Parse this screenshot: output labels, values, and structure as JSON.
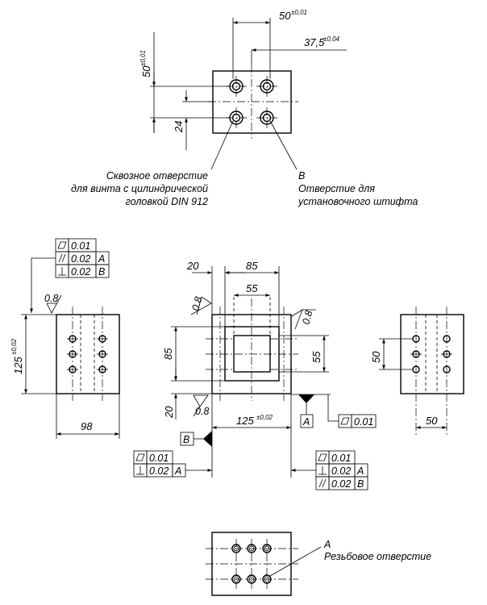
{
  "top_view": {
    "dim_50_top": "50",
    "dim_50_top_tol": "±0,01",
    "dim_37_5": "37,5",
    "dim_37_5_tol": "±0,04",
    "dim_50_left": "50",
    "dim_50_left_tol": "±0,01",
    "dim_24": "24",
    "note_screw_line1": "Сквозное отверстие",
    "note_screw_line2": "для винта с цилиндрической",
    "note_screw_line3": "головкой DIN 912",
    "note_pin_letter": "B",
    "note_pin_line1": "Отверстие для",
    "note_pin_line2": "установочного штифта"
  },
  "left_view": {
    "fcf_flat_value": "0.01",
    "fcf_parallel_value": "0.02",
    "fcf_parallel_datum": "A",
    "fcf_perp_value": "0.02",
    "fcf_perp_datum": "B",
    "roughness": "0.8",
    "dim_125": "125",
    "dim_125_tol": "±0,02",
    "dim_98": "98"
  },
  "front_view": {
    "dim_20_top": "20",
    "dim_85_top": "85",
    "dim_55_top": "55",
    "roughness_left": "0.8",
    "roughness_right": "0.8",
    "roughness_bottom": "0.8",
    "dim_85_left": "85",
    "dim_55_right": "55",
    "dim_20_left": "20",
    "dim_125": "125",
    "dim_125_tol": "±0,02",
    "datum_a": "A",
    "datum_b": "B",
    "fcf_right_flat_value": "0.01",
    "fcf_bl_flat_value": "0.01",
    "fcf_bl_perp_value": "0.02",
    "fcf_bl_perp_datum": "A",
    "fcf_br_flat_value": "0.01",
    "fcf_br_perp_value": "0.02",
    "fcf_br_perp_datum": "A",
    "fcf_br_par_value": "0.02",
    "fcf_br_par_datum": "B"
  },
  "right_view": {
    "dim_50_vertical": "50",
    "dim_50_horizontal": "50"
  },
  "bottom_view": {
    "note_letter": "A",
    "note_text": "Резьбовое отверстие"
  },
  "symbols": {
    "flatness": "▱",
    "parallelism": "//",
    "perpendicularity": "⊥"
  }
}
